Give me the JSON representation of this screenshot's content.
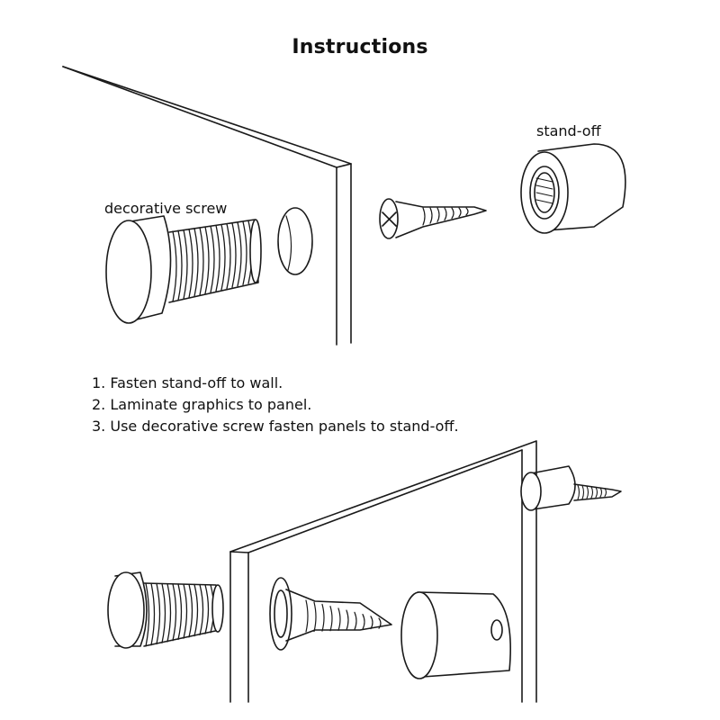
{
  "title": "Instructions",
  "labels": {
    "decorative_screw": "decorative screw",
    "stand_off": "stand-off"
  },
  "steps": [
    "1. Fasten stand-off to wall.",
    "2.  Laminate graphics to panel.",
    "3. Use decorative screw fasten panels to stand-off."
  ],
  "colors": {
    "line": "#1a1a1a",
    "background": "#ffffff"
  }
}
